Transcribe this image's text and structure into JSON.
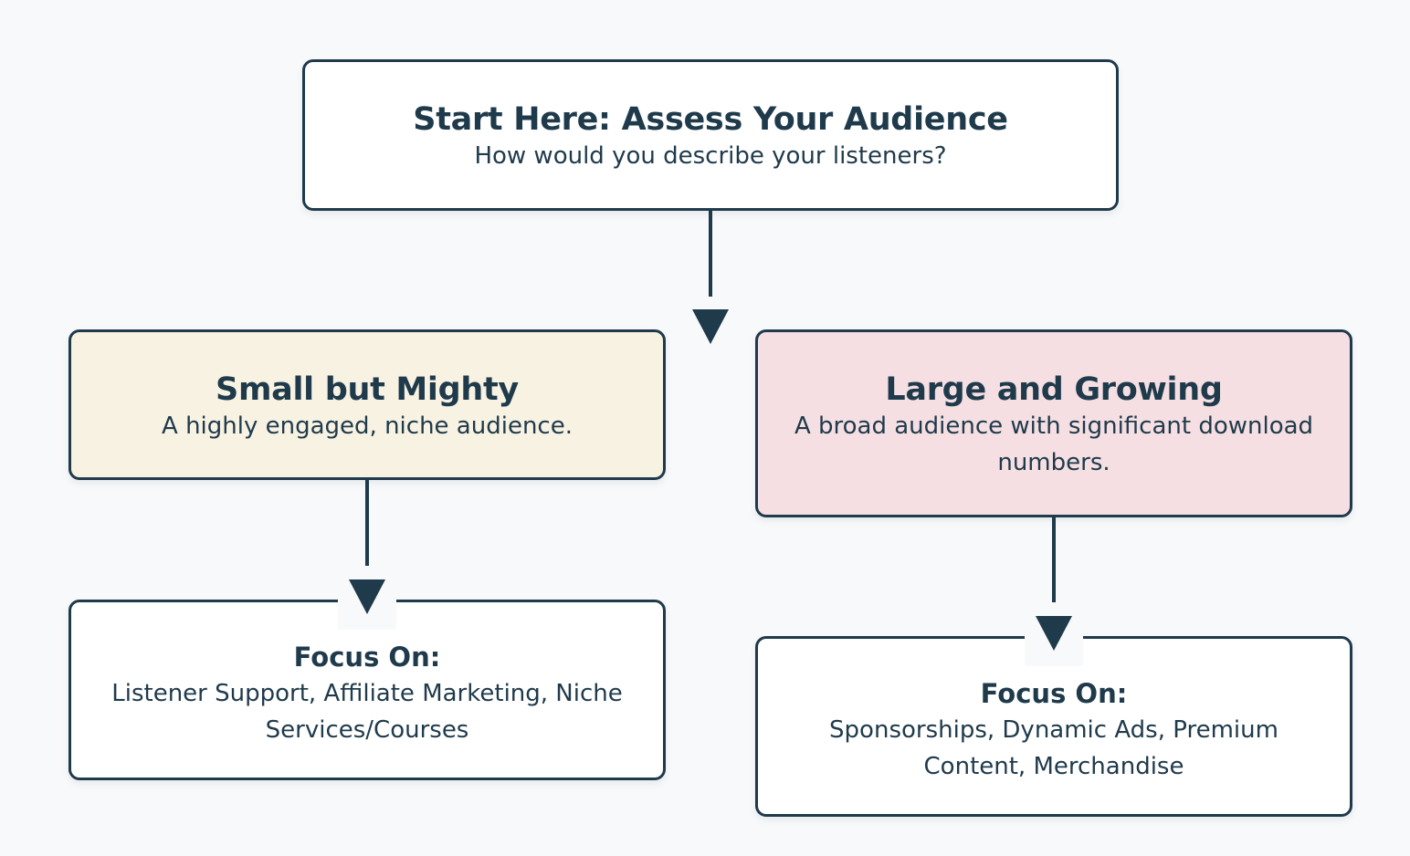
{
  "start": {
    "title": "Start Here: Assess Your Audience",
    "subtitle": "How would you describe your listeners?"
  },
  "branches": {
    "small": {
      "title": "Small but Mighty",
      "subtitle": "A highly engaged, niche audience.",
      "focus_title": "Focus On:",
      "focus_text": "Listener Support, Affiliate Marketing, Niche Services/Courses"
    },
    "large": {
      "title": "Large and Growing",
      "subtitle": "A broad audience with significant download numbers.",
      "focus_title": "Focus On:",
      "focus_text": "Sponsorships, Dynamic Ads, Premium Content, Merchandise"
    }
  },
  "colors": {
    "ink": "#1f3a4b",
    "background": "#f8f9fb",
    "small_fill": "#f8f2e2",
    "large_fill": "#f5dfe2",
    "box_fill": "#ffffff"
  }
}
